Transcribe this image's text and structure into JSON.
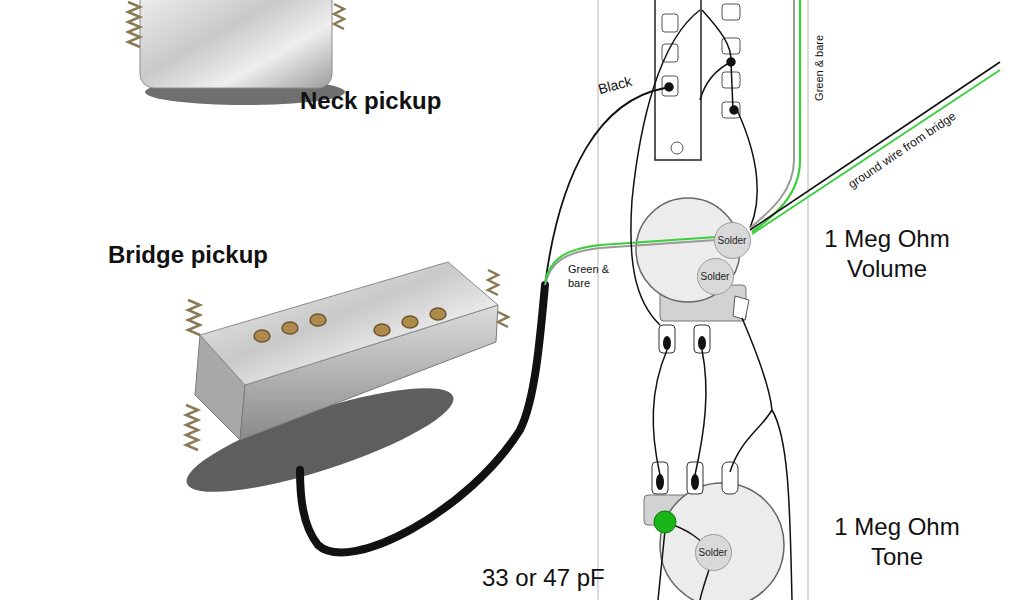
{
  "diagram": {
    "nodes": [
      {
        "text": [
          "Solder"
        ]
      },
      {
        "text": [
          "Solder"
        ]
      },
      {
        "text": [
          "Solder"
        ]
      }
    ],
    "labels": [
      "Black",
      "Green & bare",
      "ground wire from bridge",
      "Neck pickup",
      "Bridge pickup",
      "Green & bare",
      "1 Meg Ohm Volume",
      "1 Meg Ohm Tone",
      "33 or 47 pF"
    ]
  }
}
